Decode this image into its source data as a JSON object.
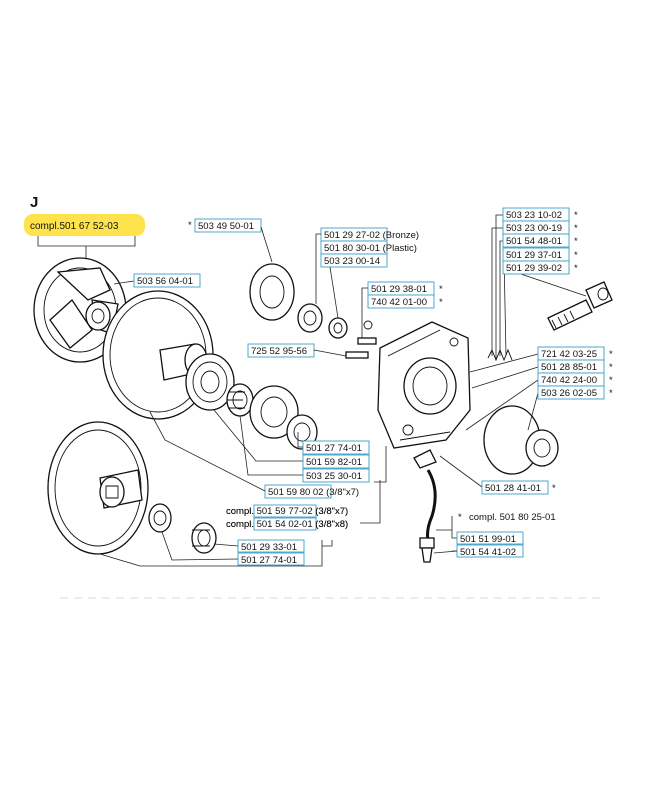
{
  "section_letter": "J",
  "highlight_color": "#ffe34d",
  "label_border_color": "#3a9fc8",
  "labels": {
    "clutch_compl": "compl.501 67 52-03",
    "clutch_shoe": "503 56 04-01",
    "washer_top": "503 49 50-01",
    "bearing_bronze": "501 29 27-02 (Bronze)",
    "bearing_plastic": "501 80 30-01 (Plastic)",
    "washer_small": "503 23 00-14",
    "screw_a": "501 29 38-01",
    "screw_b": "740 42 01-00",
    "screw_c": "725 52 95-56",
    "right_1": "503 23 10-02",
    "right_2": "503 23 00-19",
    "right_3": "501 54 48-01",
    "right_4": "501 29 37-01",
    "right_5": "501 29 39-02",
    "right_6": "721 42 03-25",
    "right_7": "501 28 85-01",
    "right_8": "740 42 24-00",
    "right_9": "503 26 02-05",
    "drum_1": "501 27 74-01",
    "drum_2": "501 59 82-01",
    "drum_3": "503 25 30-01",
    "drum_4": "501 59 80 02 (3/8\"x7)",
    "drum_5": "compl. 501 59 77-02 (3/8\"x7)",
    "drum_6": "compl. 501 54 02-01 (3/8\"x8)",
    "lower_1": "501 29 33-01",
    "lower_2": "501 27 74-01",
    "oil_1": "501 28 41-01",
    "oil_compl": "compl. 501 80 25-01",
    "oil_2": "501 51 99-01",
    "oil_3": "501 54 41-02",
    "star": "*"
  }
}
